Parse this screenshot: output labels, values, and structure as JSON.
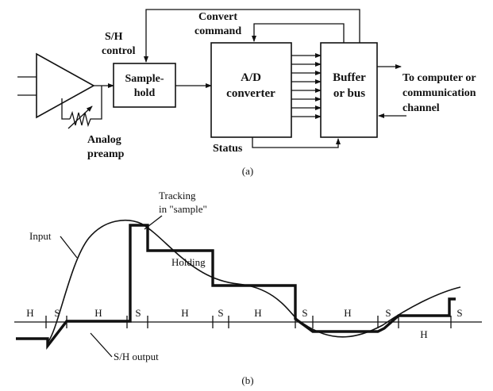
{
  "part_a": {
    "sh_control_line1": "S/H",
    "sh_control_line2": "control",
    "convert_line1": "Convert",
    "convert_line2": "command",
    "sample_hold_line1": "Sample-",
    "sample_hold_line2": "hold",
    "adc_line1": "A/D",
    "adc_line2": "converter",
    "buffer_line1": "Buffer",
    "buffer_line2": "or bus",
    "output_line1": "To computer or",
    "output_line2": "communication",
    "output_line3": "channel",
    "preamp_line1": "Analog",
    "preamp_line2": "preamp",
    "status": "Status",
    "caption": "(a)"
  },
  "part_b": {
    "tracking_line1": "Tracking",
    "tracking_line2": "in \"sample\"",
    "input_label": "Input",
    "holding_label": "Holding",
    "sh_output_label": "S/H output",
    "phase_labels": [
      "H",
      "S",
      "H",
      "S",
      "H",
      "S",
      "H",
      "S",
      "H",
      "S",
      "S",
      "H"
    ],
    "caption": "(b)"
  }
}
